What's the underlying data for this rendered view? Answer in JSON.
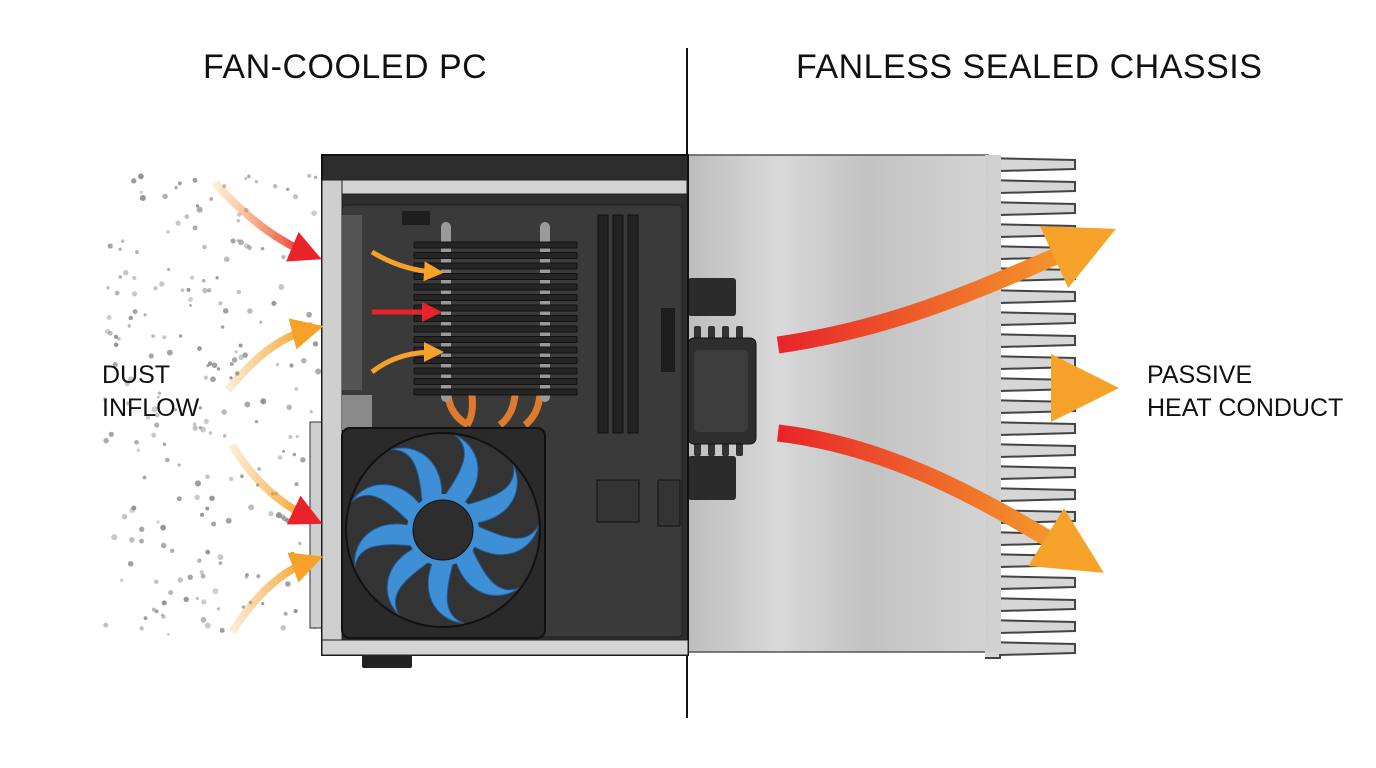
{
  "left_panel": {
    "title": "FAN-COOLED PC",
    "label_line1": "DUST",
    "label_line2": "INFLOW"
  },
  "right_panel": {
    "title": "FANLESS SEALED CHASSIS",
    "label_line1": "PASSIVE",
    "label_line2": "HEAT CONDUCT"
  },
  "colors": {
    "fan_blue": "#3f8fd6",
    "heatpipe": "#e07a2e",
    "arrow_red": "#e8242a",
    "arrow_orange": "#f5a12a",
    "case_dark": "#3a3a3a",
    "aluminum": "#c8c8c8"
  }
}
